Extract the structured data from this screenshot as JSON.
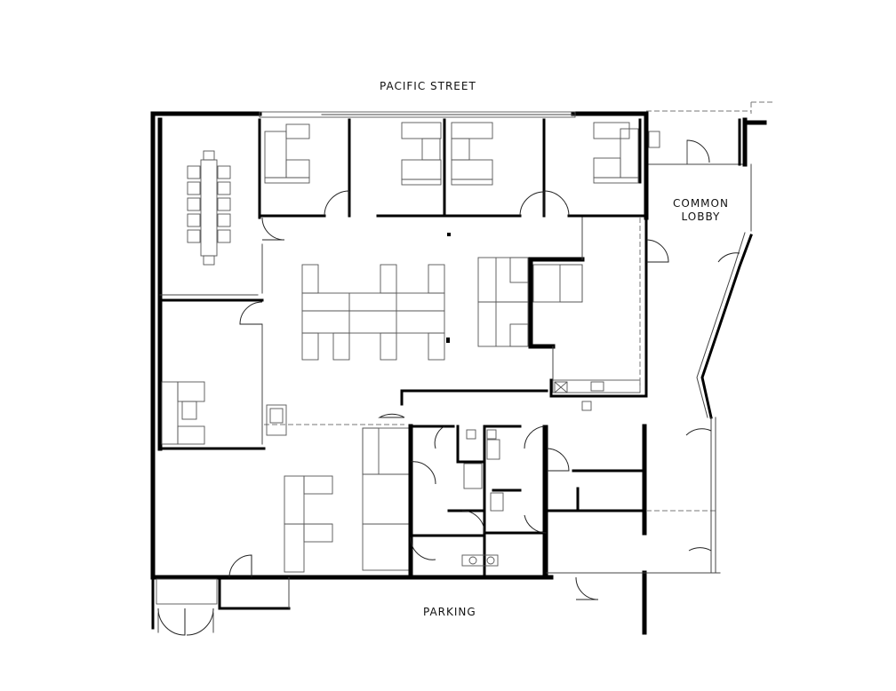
{
  "labels": {
    "street": "PACIFIC STREET",
    "lobby_line1": "COMMON",
    "lobby_line2": "LOBBY",
    "parking": "PARKING"
  }
}
